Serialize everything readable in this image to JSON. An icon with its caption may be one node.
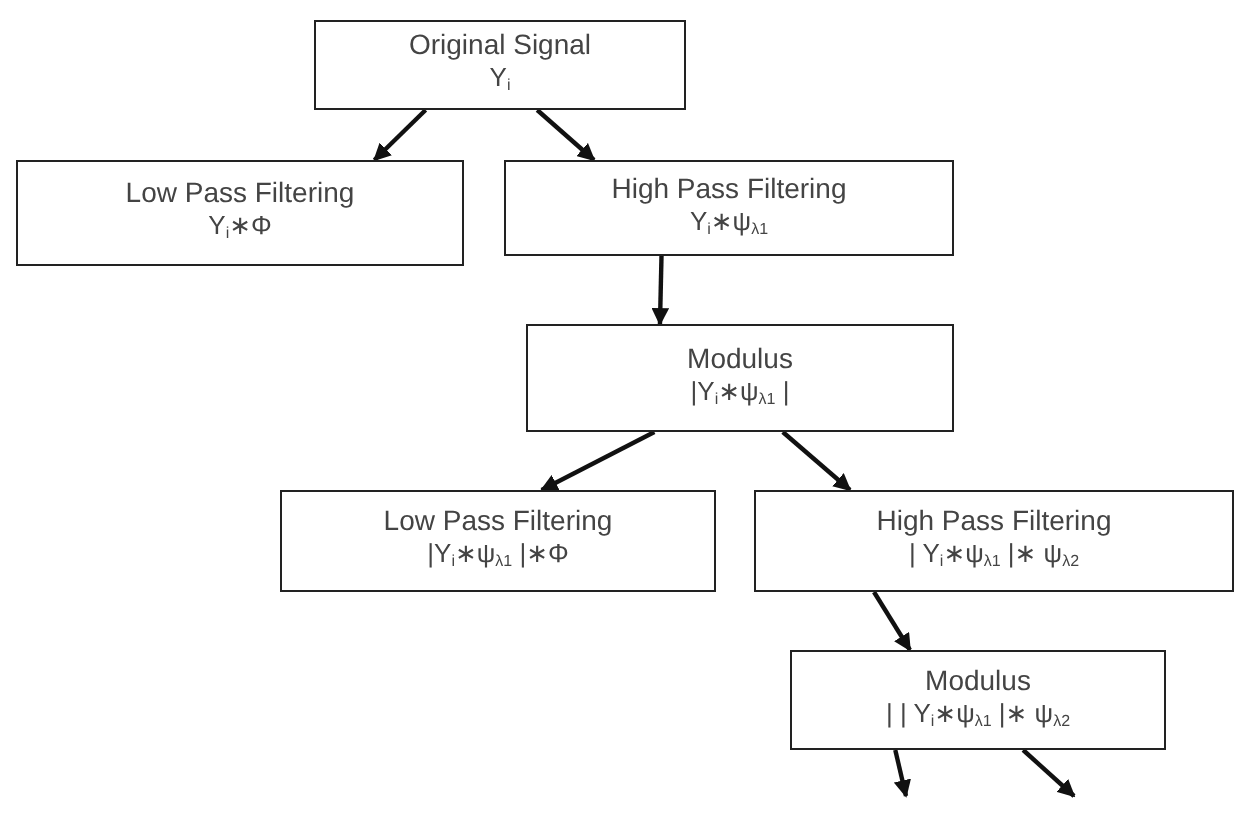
{
  "diagram": {
    "nodes": [
      {
        "text": [
          "Original Signal",
          "Y$_{i}$"
        ]
      },
      {
        "text": [
          "Low Pass Filtering",
          "Y$_{i}$∗Φ"
        ]
      },
      {
        "text": [
          "High Pass Filtering",
          "Y$_{i}$∗ψ$_{λ1}$"
        ]
      },
      {
        "text": [
          "Modulus",
          "|Y$_{i}$∗ψ$_{λ1}$ |"
        ]
      },
      {
        "text": [
          "Low Pass Filtering",
          "|Y$_{i}$∗ψ$_{λ1}$ |∗Φ"
        ]
      },
      {
        "text": [
          "High Pass Filtering",
          "| Y$_{i}$∗ψ$_{λ1}$ |∗ ψ$_{λ2}$"
        ]
      },
      {
        "text": [
          "Modulus",
          "| | Y$_{i}$∗ψ$_{λ1}$ |∗ ψ$_{λ2}$"
        ]
      }
    ],
    "edges": [
      {
        "from": 0,
        "to": 1,
        "arrow": "to"
      },
      {
        "from": 0,
        "to": 2,
        "arrow": "to"
      },
      {
        "from": 2,
        "to": 3,
        "arrow": "to"
      },
      {
        "from": 3,
        "to": 4,
        "arrow": "to"
      },
      {
        "from": 3,
        "to": 5,
        "arrow": "to"
      },
      {
        "from": 5,
        "to": 6,
        "arrow": "to"
      },
      {
        "from": 6,
        "to": null,
        "arrow": "to"
      },
      {
        "from": 6,
        "to": null,
        "arrow": "to"
      }
    ]
  }
}
